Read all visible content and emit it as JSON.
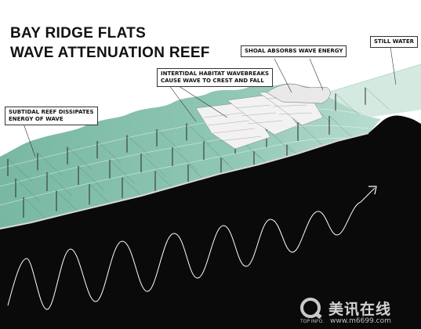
{
  "title": {
    "line1": "BAY RIDGE FLATS",
    "line2": "WAVE ATTENUATION REEF"
  },
  "callouts": {
    "subtidal": {
      "line1": "SUBTIDAL REEF DISSIPATES",
      "line2": "ENERGY OF WAVE"
    },
    "intertidal": {
      "line1": "INTERTIDAL HABITAT WAVEBREAKS",
      "line2": "CAUSE WAVE TO CREST AND FALL"
    },
    "shoal": {
      "line1": "SHOAL ABSORBS WAVE ENERGY"
    },
    "still_water": {
      "line1": "STILL WATER"
    }
  },
  "watermark": {
    "brand": "美讯在线",
    "sub": "TOP INFO.",
    "url": "www.m6699.com"
  },
  "colors": {
    "water": "#8fc7b3",
    "water_dark": "#5e9e8a",
    "seabed": "#0a0a0a",
    "wave_line": "#ffffff",
    "background": "#ffffff"
  },
  "icons": {
    "wave_arrow": "arrow-right-icon",
    "watermark_logo": "q-logo-icon"
  }
}
